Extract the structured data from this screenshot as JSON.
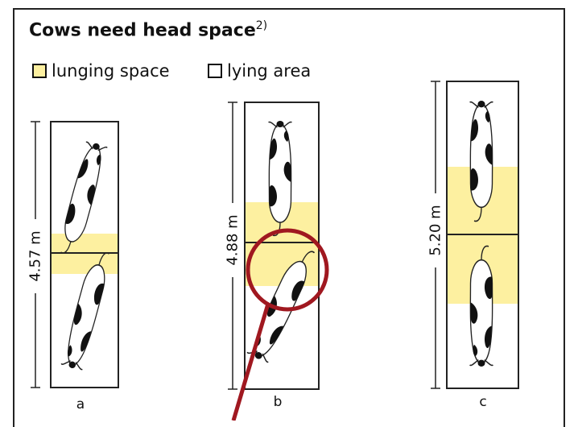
{
  "title": {
    "text": "Cows need head space",
    "superscript": "2)"
  },
  "legend": [
    {
      "label": "lunging space",
      "color": "#fdf0a0"
    },
    {
      "label": "lying area",
      "color": "#ffffff"
    }
  ],
  "stalls": [
    {
      "id": "a",
      "label": "a",
      "length": "4.57 m"
    },
    {
      "id": "b",
      "label": "b",
      "length": "4.88 m"
    },
    {
      "id": "c",
      "label": "c",
      "length": "5.20 m"
    }
  ],
  "colors": {
    "lunging": "#fdf0a0",
    "highlight": "#a01820",
    "cow_spot": "#111111",
    "outline": "#222222"
  }
}
